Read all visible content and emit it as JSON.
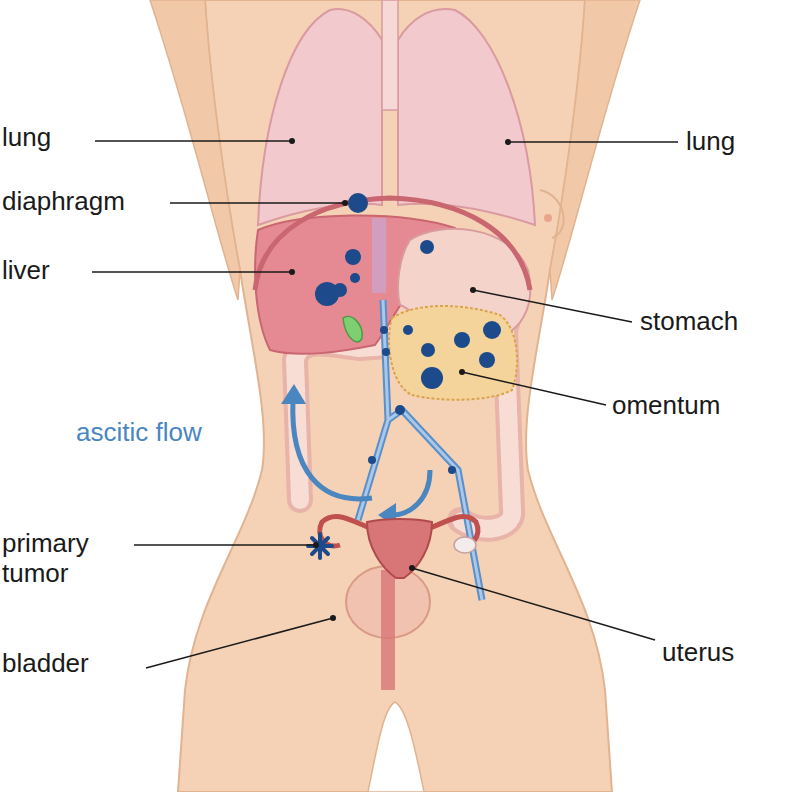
{
  "diagram": {
    "labels": [
      "lung",
      "diaphragm",
      "liver",
      "ascitic flow",
      "primary tumor",
      "bladder",
      "lung",
      "stomach",
      "omentum",
      "uterus"
    ]
  }
}
